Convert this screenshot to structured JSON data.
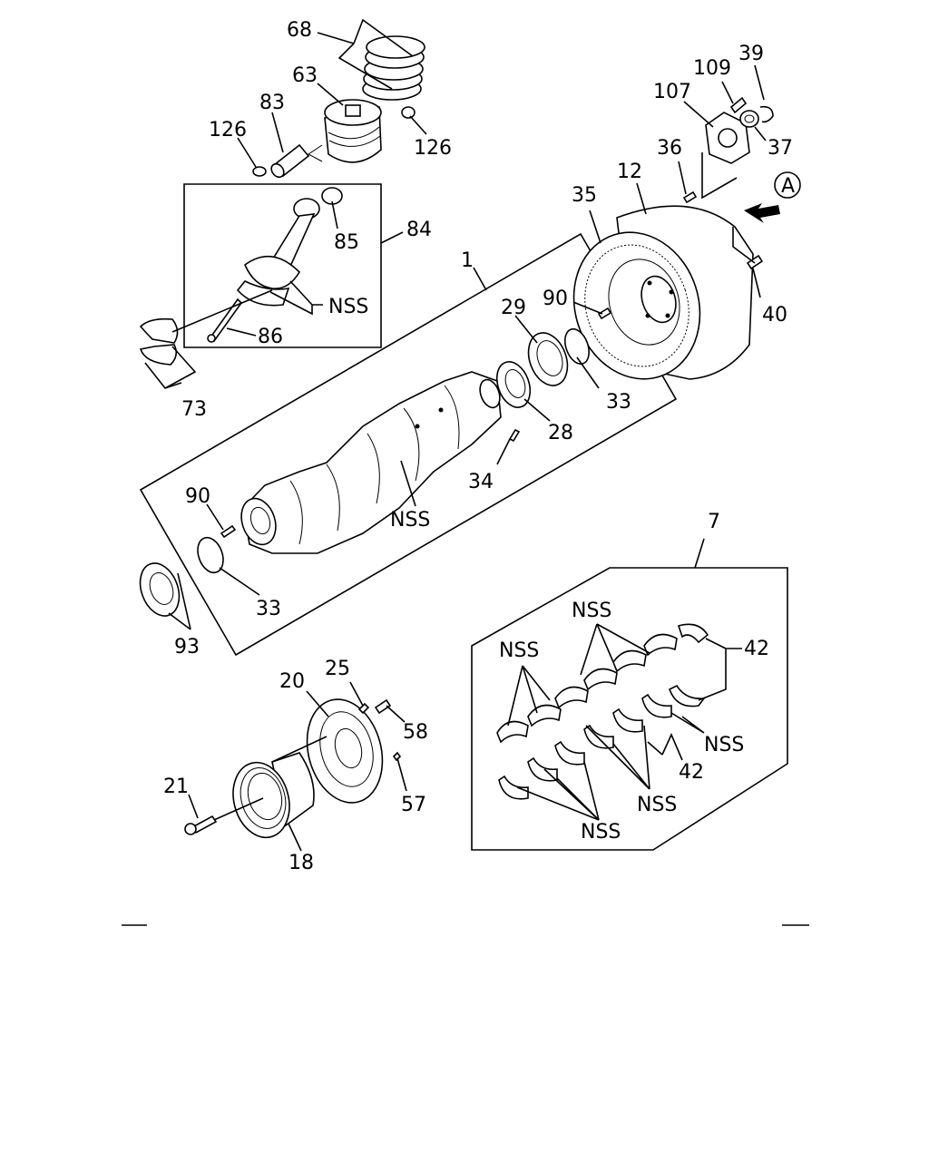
{
  "labels": {
    "l68": "68",
    "l63": "63",
    "l83": "83",
    "l126a": "126",
    "l126b": "126",
    "l85": "85",
    "l84": "84",
    "lNSS1": "NSS",
    "l86": "86",
    "l73": "73",
    "l1": "1",
    "l107": "107",
    "l109": "109",
    "l39": "39",
    "l37": "37",
    "l36": "36",
    "l12": "12",
    "l35": "35",
    "lA": "A",
    "l40": "40",
    "l90a": "90",
    "l29": "29",
    "l33a": "33",
    "l28": "28",
    "l34": "34",
    "lNSS2": "NSS",
    "l90b": "90",
    "l33b": "33",
    "l93": "93",
    "l7": "7",
    "lNSS3": "NSS",
    "lNSS4": "NSS",
    "l42a": "42",
    "lNSS5": "NSS",
    "l42b": "42",
    "lNSS6": "NSS",
    "lNSS7": "NSS",
    "l20": "20",
    "l25": "25",
    "l58": "58",
    "l57": "57",
    "l21": "21",
    "l18": "18"
  }
}
